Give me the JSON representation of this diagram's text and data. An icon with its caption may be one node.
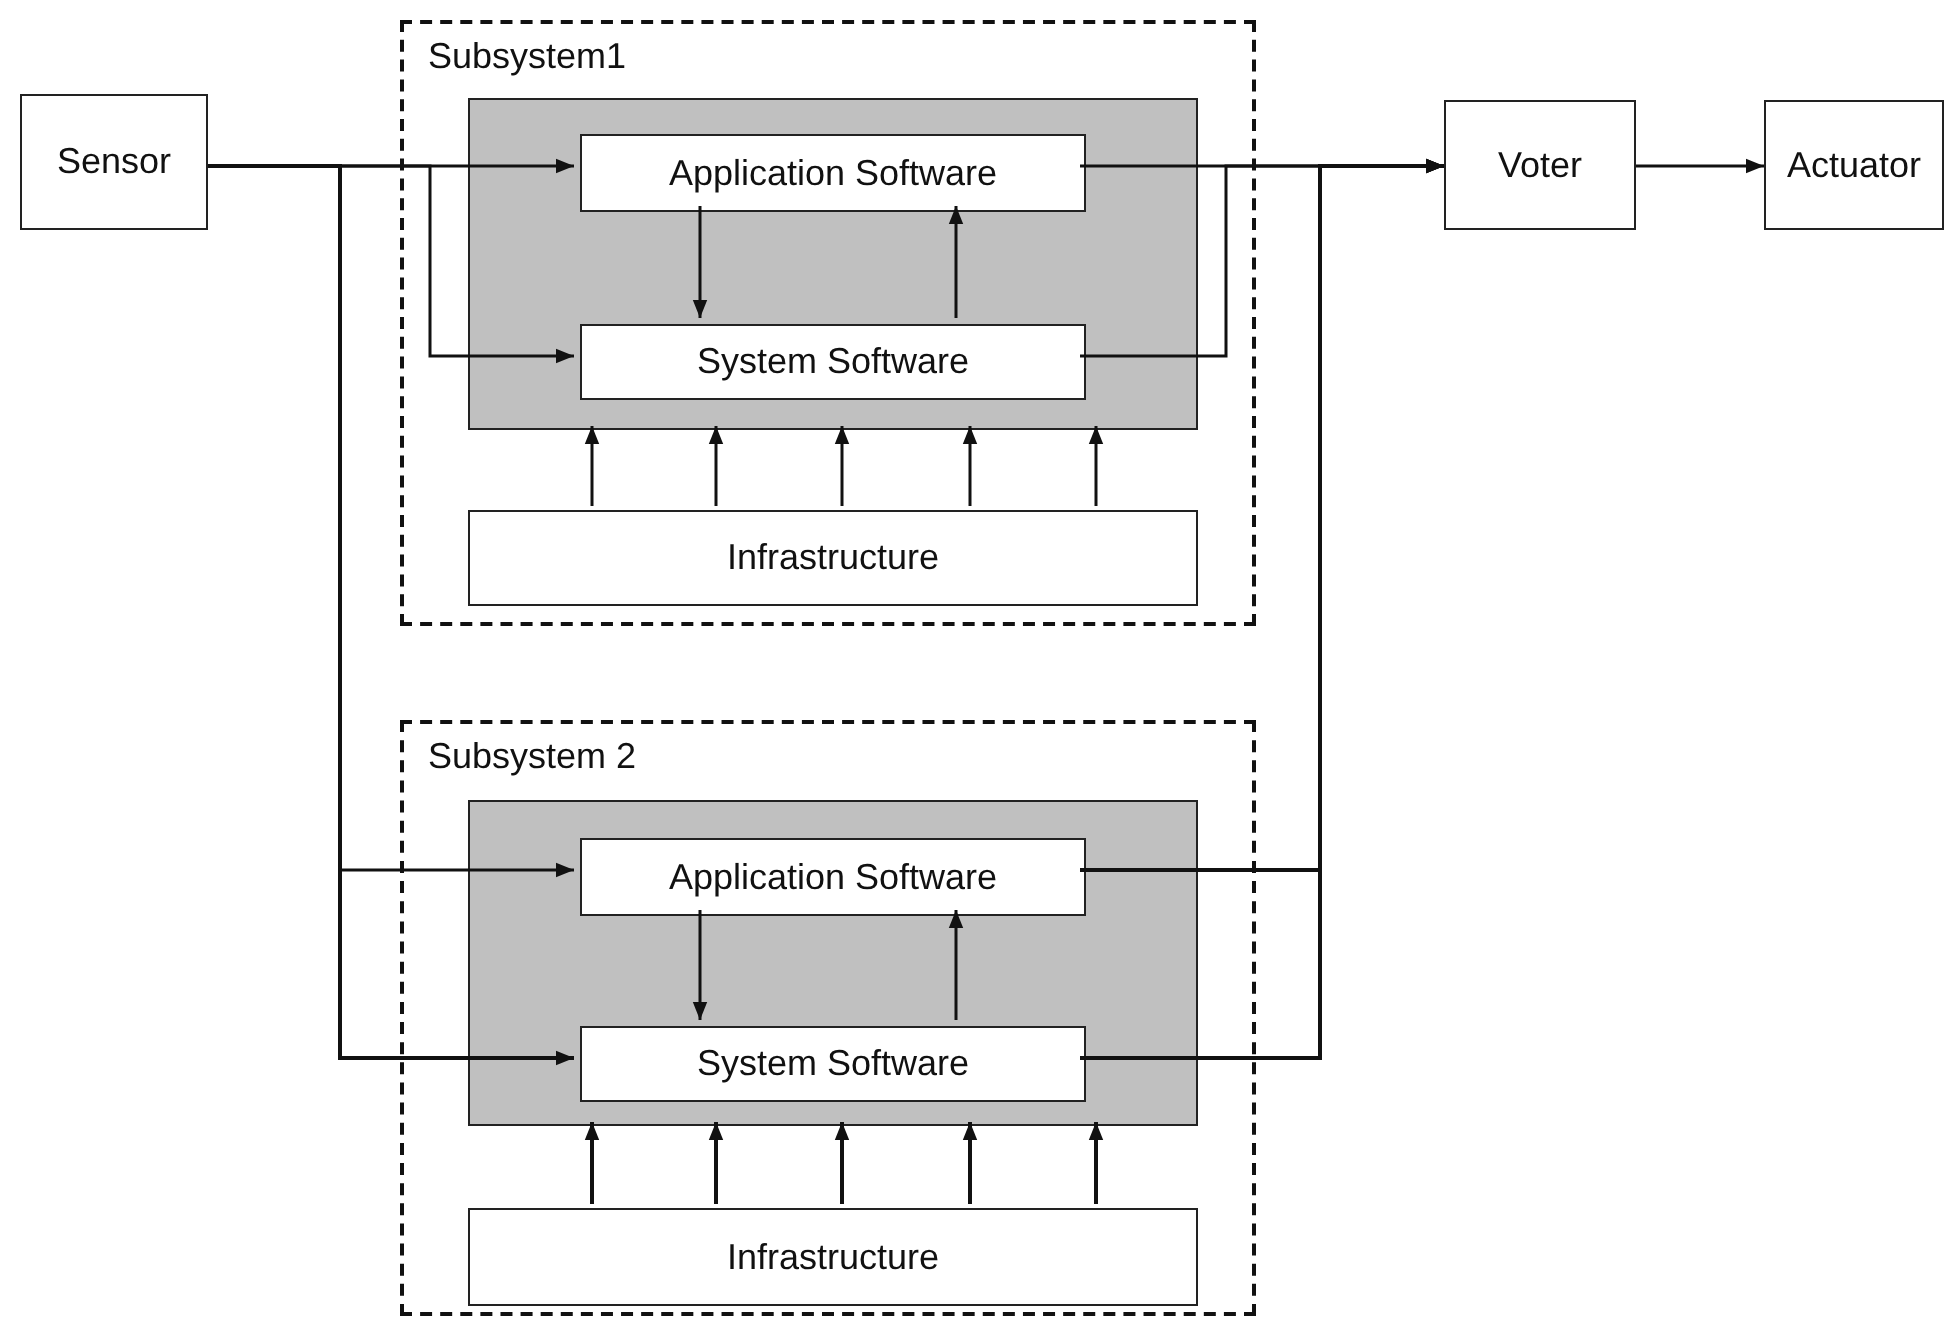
{
  "diagram": {
    "nodes": [
      {
        "text": [
          "Sensor"
        ]
      },
      {
        "text": [
          "Subsystem1"
        ]
      },
      {
        "text": [],
        "shape": "box",
        "in": 1
      },
      {
        "text": [
          "Application Software"
        ],
        "in": 2
      },
      {
        "text": [
          "System Software"
        ],
        "in": 2
      },
      {
        "text": [
          "Infrastructure"
        ],
        "in": 1
      },
      {
        "text": [
          "Subsystem 2"
        ]
      },
      {
        "text": [],
        "shape": "box",
        "in": 6
      },
      {
        "text": [
          "Application Software"
        ],
        "in": 7
      },
      {
        "text": [
          "System Software"
        ],
        "in": 7
      },
      {
        "text": [
          "Infrastructure"
        ],
        "in": 6
      },
      {
        "text": [
          "Voter"
        ]
      },
      {
        "text": [
          "Actuator"
        ]
      }
    ],
    "edges": [
      {
        "from": 0,
        "to": 3,
        "arrow": "to"
      },
      {
        "from": 0,
        "to": 4,
        "arrow": "to"
      },
      {
        "from": 0,
        "to": 8,
        "arrow": "to"
      },
      {
        "from": 0,
        "to": 9,
        "arrow": "to"
      },
      {
        "from": 3,
        "to": 4,
        "arrow": "to"
      },
      {
        "from": 4,
        "to": 3,
        "arrow": "to"
      },
      {
        "from": 5,
        "to": 2,
        "arrow": "to"
      },
      {
        "from": 5,
        "to": 2,
        "arrow": "to"
      },
      {
        "from": 5,
        "to": 2,
        "arrow": "to"
      },
      {
        "from": 5,
        "to": 2,
        "arrow": "to"
      },
      {
        "from": 5,
        "to": 2,
        "arrow": "to"
      },
      {
        "from": 3,
        "to": 11,
        "arrow": "to"
      },
      {
        "from": 4,
        "to": 11,
        "arrow": "to"
      },
      {
        "from": 8,
        "to": 11,
        "arrow": "to"
      },
      {
        "from": 9,
        "to": 11,
        "arrow": "to"
      },
      {
        "from": 8,
        "to": 9,
        "arrow": "to"
      },
      {
        "from": 9,
        "to": 8,
        "arrow": "to"
      },
      {
        "from": 10,
        "to": 7,
        "arrow": "to"
      },
      {
        "from": 10,
        "to": 7,
        "arrow": "to"
      },
      {
        "from": 10,
        "to": 7,
        "arrow": "to"
      },
      {
        "from": 10,
        "to": 7,
        "arrow": "to"
      },
      {
        "from": 10,
        "to": 7,
        "arrow": "to"
      },
      {
        "from": 11,
        "to": 12,
        "arrow": "to"
      }
    ]
  }
}
